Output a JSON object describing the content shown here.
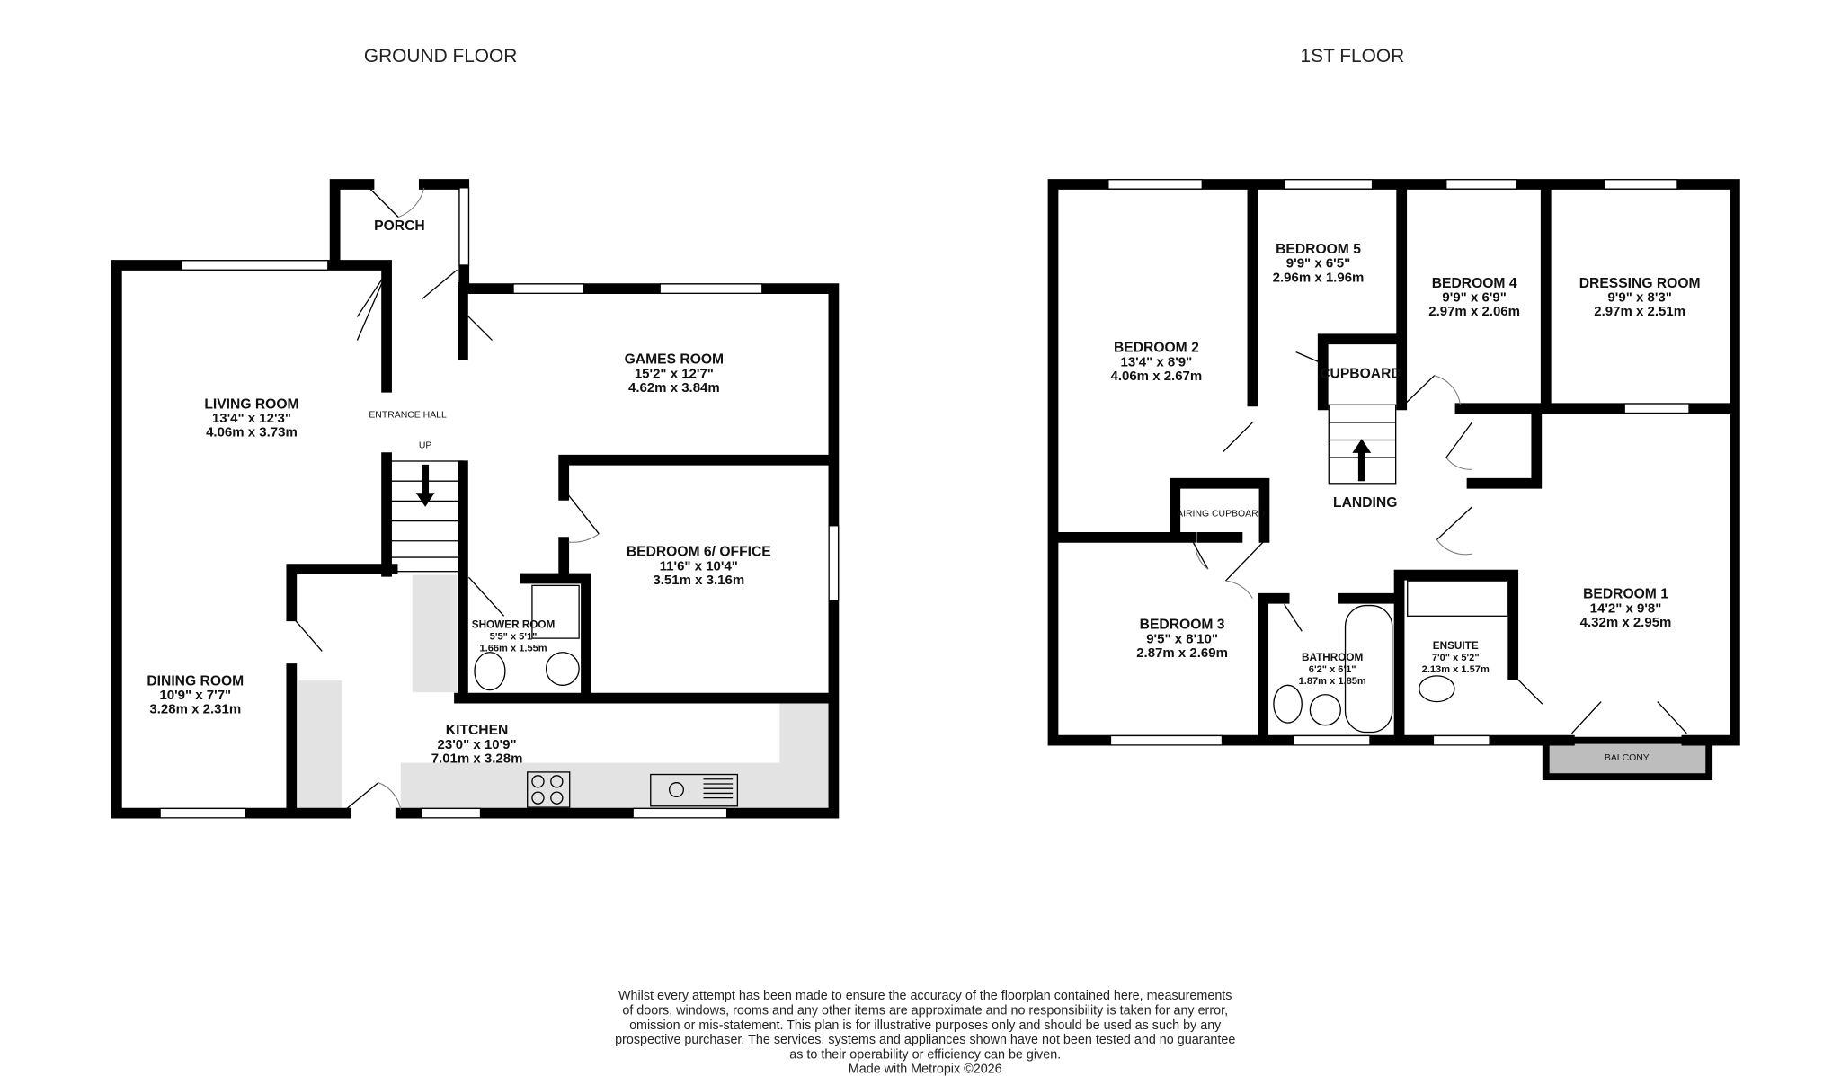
{
  "floors": [
    {
      "title": "GROUND FLOOR",
      "rooms": [
        {
          "name": "PORCH"
        },
        {
          "name": "LIVING ROOM",
          "imperial": "13'4\"  x 12'3\"",
          "metric": "4.06m  x 3.73m"
        },
        {
          "name": "ENTRANCE HALL"
        },
        {
          "name": "UP"
        },
        {
          "name": "GAMES ROOM",
          "imperial": "15'2\"  x 12'7\"",
          "metric": "4.62m  x 3.84m"
        },
        {
          "name": "BEDROOM 6/ OFFICE",
          "imperial": "11'6\"  x 10'4\"",
          "metric": "3.51m  x 3.16m"
        },
        {
          "name": "SHOWER ROOM",
          "imperial": "5'5\"  x 5'1\"",
          "metric": "1.66m  x 1.55m"
        },
        {
          "name": "DINING ROOM",
          "imperial": "10'9\"  x 7'7\"",
          "metric": "3.28m  x 2.31m"
        },
        {
          "name": "KITCHEN",
          "imperial": "23'0\"  x 10'9\"",
          "metric": "7.01m  x 3.28m"
        }
      ]
    },
    {
      "title": "1ST FLOOR",
      "rooms": [
        {
          "name": "BEDROOM 5",
          "imperial": "9'9\"  x 6'5\"",
          "metric": "2.96m  x 1.96m"
        },
        {
          "name": "BEDROOM 4",
          "imperial": "9'9\"  x 6'9\"",
          "metric": "2.97m  x 2.06m"
        },
        {
          "name": "DRESSING ROOM",
          "imperial": "9'9\"  x 8'3\"",
          "metric": "2.97m  x 2.51m"
        },
        {
          "name": "BEDROOM 2",
          "imperial": "13'4\"  x 8'9\"",
          "metric": "4.06m  x 2.67m"
        },
        {
          "name": "CUPBOARD"
        },
        {
          "name": "LANDING"
        },
        {
          "name": "AIRING CUPBOARD"
        },
        {
          "name": "BEDROOM 3",
          "imperial": "9'5\"  x 8'10\"",
          "metric": "2.87m  x 2.69m"
        },
        {
          "name": "BATHROOM",
          "imperial": "6'2\"  x 6'1\"",
          "metric": "1.87m  x 1.85m"
        },
        {
          "name": "ENSUITE",
          "imperial": "7'0\"  x 5'2\"",
          "metric": "2.13m  x 1.57m"
        },
        {
          "name": "BEDROOM 1",
          "imperial": "14'2\"  x 9'8\"",
          "metric": "4.32m  x 2.95m"
        },
        {
          "name": "BALCONY"
        }
      ]
    }
  ],
  "disclaimer": [
    "Whilst every attempt has been made to ensure the accuracy of the floorplan contained here, measurements",
    "of doors, windows, rooms and any other items are approximate and no responsibility is taken for any error,",
    "omission or mis-statement. This plan is for illustrative purposes only and should be used as such by any",
    "prospective purchaser. The services, systems and appliances shown have not been tested and no guarantee",
    "as to their operability or efficiency can be given.",
    "Made with Metropix ©2026"
  ],
  "colors": {
    "wall": "#000000",
    "fixture_fill": "#e3e3e3",
    "balcony": "#bdbdbd"
  }
}
